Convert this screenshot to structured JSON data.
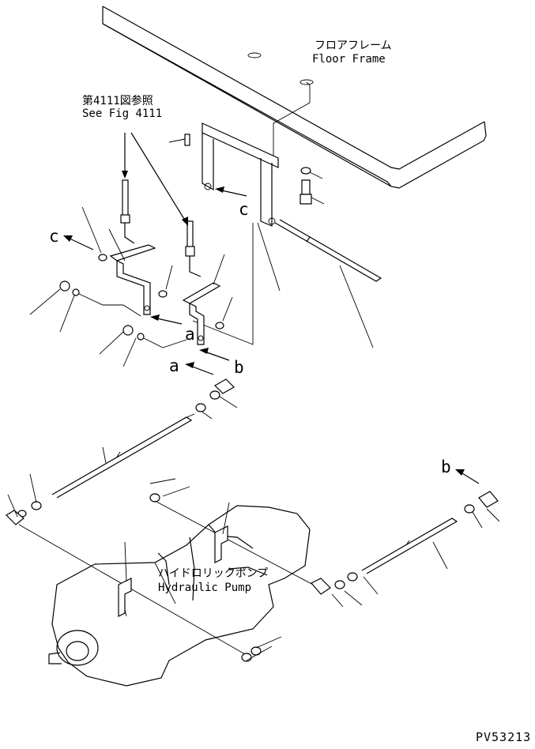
{
  "labels": {
    "floor_frame_jp": "フロアフレーム",
    "floor_frame_en": "Floor Frame",
    "see_fig_jp": "第4111図参照",
    "see_fig_en": "See Fig 4111",
    "hydraulic_pump_jp": "ハイドロリックポンプ",
    "hydraulic_pump_en": "Hydraulic Pump",
    "drawing_code": "PV53213"
  },
  "callout_letters": {
    "c1": "c",
    "c2": "c",
    "a1": "a",
    "a2": "a",
    "b1": "b",
    "b2": "b"
  }
}
